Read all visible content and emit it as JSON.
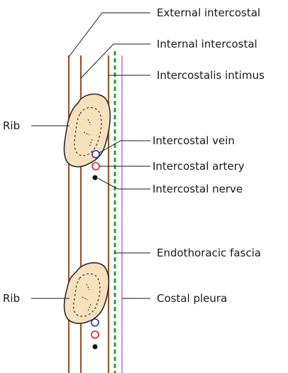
{
  "labels": {
    "external_intercostal": "External intercostal",
    "internal_intercostal": "Internal intercostal",
    "intercostalis_intimus": "Intercostalis intimus",
    "rib_upper": "Rib",
    "intercostal_vein": "Intercostal vein",
    "intercostal_artery": "Intercostal artery",
    "intercostal_nerve": "Intercostal nerve",
    "endothoracic_fascia": "Endothoracic fascia",
    "rib_lower": "Rib",
    "costal_pleura": "Costal pleura"
  },
  "colors": {
    "muscle_line": "#a0522d",
    "rib_fill": "#f7e1bd",
    "rib_stroke": "#2a2a2a",
    "fascia": "#1a9a3a",
    "pleura": "#c79bd6",
    "vein": "#2233aa",
    "artery": "#d62222",
    "nerve": "#111111"
  }
}
